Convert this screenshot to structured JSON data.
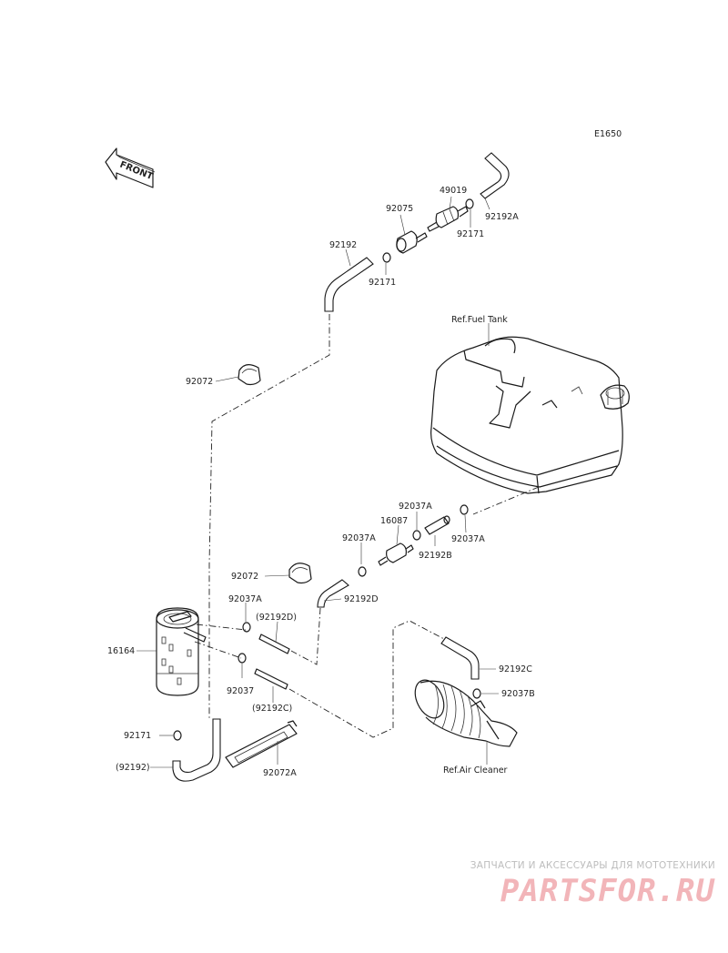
{
  "diagram": {
    "code": "E1650",
    "front_label": "FRONT",
    "ref_labels": {
      "fuel_tank": "Ref.Fuel Tank",
      "air_cleaner": "Ref.Air Cleaner"
    },
    "parts": [
      {
        "id": "49019",
        "label": "49019"
      },
      {
        "id": "92075",
        "label": "92075"
      },
      {
        "id": "92171_top",
        "label": "92171"
      },
      {
        "id": "92192A",
        "label": "92192A"
      },
      {
        "id": "92192",
        "label": "92192"
      },
      {
        "id": "92171_mid",
        "label": "92171"
      },
      {
        "id": "92072_top",
        "label": "92072"
      },
      {
        "id": "92037A_1",
        "label": "92037A"
      },
      {
        "id": "16087",
        "label": "16087"
      },
      {
        "id": "92037A_2",
        "label": "92037A"
      },
      {
        "id": "92192B",
        "label": "92192B"
      },
      {
        "id": "92037A_3",
        "label": "92037A"
      },
      {
        "id": "92072_mid",
        "label": "92072"
      },
      {
        "id": "92192D",
        "label": "92192D"
      },
      {
        "id": "92037A_4",
        "label": "92037A"
      },
      {
        "id": "92192D_paren",
        "label": "(92192D)"
      },
      {
        "id": "16164",
        "label": "16164"
      },
      {
        "id": "92037",
        "label": "92037"
      },
      {
        "id": "92192C_paren",
        "label": "(92192C)"
      },
      {
        "id": "92192C",
        "label": "92192C"
      },
      {
        "id": "92037B",
        "label": "92037B"
      },
      {
        "id": "92171_bot",
        "label": "92171"
      },
      {
        "id": "92192_paren",
        "label": "(92192)"
      },
      {
        "id": "92072A",
        "label": "92072A"
      }
    ]
  },
  "watermark": {
    "subtitle": "ЗАПЧАСТИ И АКСЕССУАРЫ ДЛЯ МОТОТЕХНИКИ",
    "brand": "PARTSFOR.RU"
  },
  "colors": {
    "line": "#1a1a1a",
    "watermark_brand": "#f2b5b9",
    "watermark_sub": "#bdbdbd"
  }
}
